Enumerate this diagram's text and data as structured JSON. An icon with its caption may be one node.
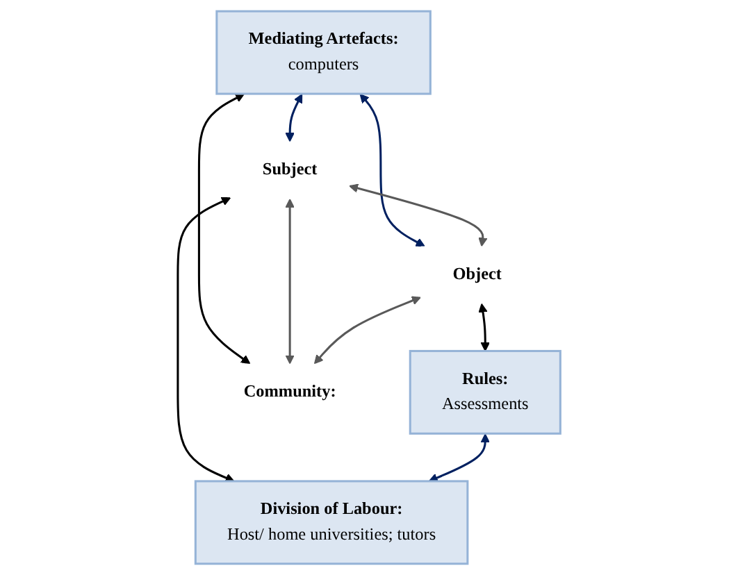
{
  "diagram": {
    "nodes": [
      {
        "text": [
          "Mediating Artefacts:",
          "computers"
        ]
      },
      {
        "text": [
          "Subject"
        ]
      },
      {
        "text": [
          "Object"
        ]
      },
      {
        "text": [
          "Rules:",
          "Assessments"
        ]
      },
      {
        "text": [
          "Community:"
        ]
      },
      {
        "text": [
          "Division of Labour:",
          "Host/ home universities; tutors"
        ]
      }
    ],
    "edges": [
      {
        "from": 0,
        "to": 1,
        "arrow": "both",
        "color": "#002060"
      },
      {
        "from": 0,
        "to": 2,
        "arrow": "both",
        "color": "#002060"
      },
      {
        "from": 0,
        "to": 4,
        "arrow": "both",
        "color": "#000000"
      },
      {
        "from": 1,
        "to": 2,
        "arrow": "both",
        "color": "#595959"
      },
      {
        "from": 1,
        "to": 5,
        "arrow": "both",
        "color": "#000000"
      },
      {
        "from": 2,
        "to": 3,
        "arrow": "both",
        "color": "#000000"
      },
      {
        "from": 1,
        "to": 4,
        "arrow": "both",
        "color": "#595959"
      },
      {
        "from": 2,
        "to": 4,
        "arrow": "both",
        "color": "#595959"
      },
      {
        "from": 3,
        "to": 5,
        "arrow": "both",
        "color": "#002060"
      }
    ]
  }
}
